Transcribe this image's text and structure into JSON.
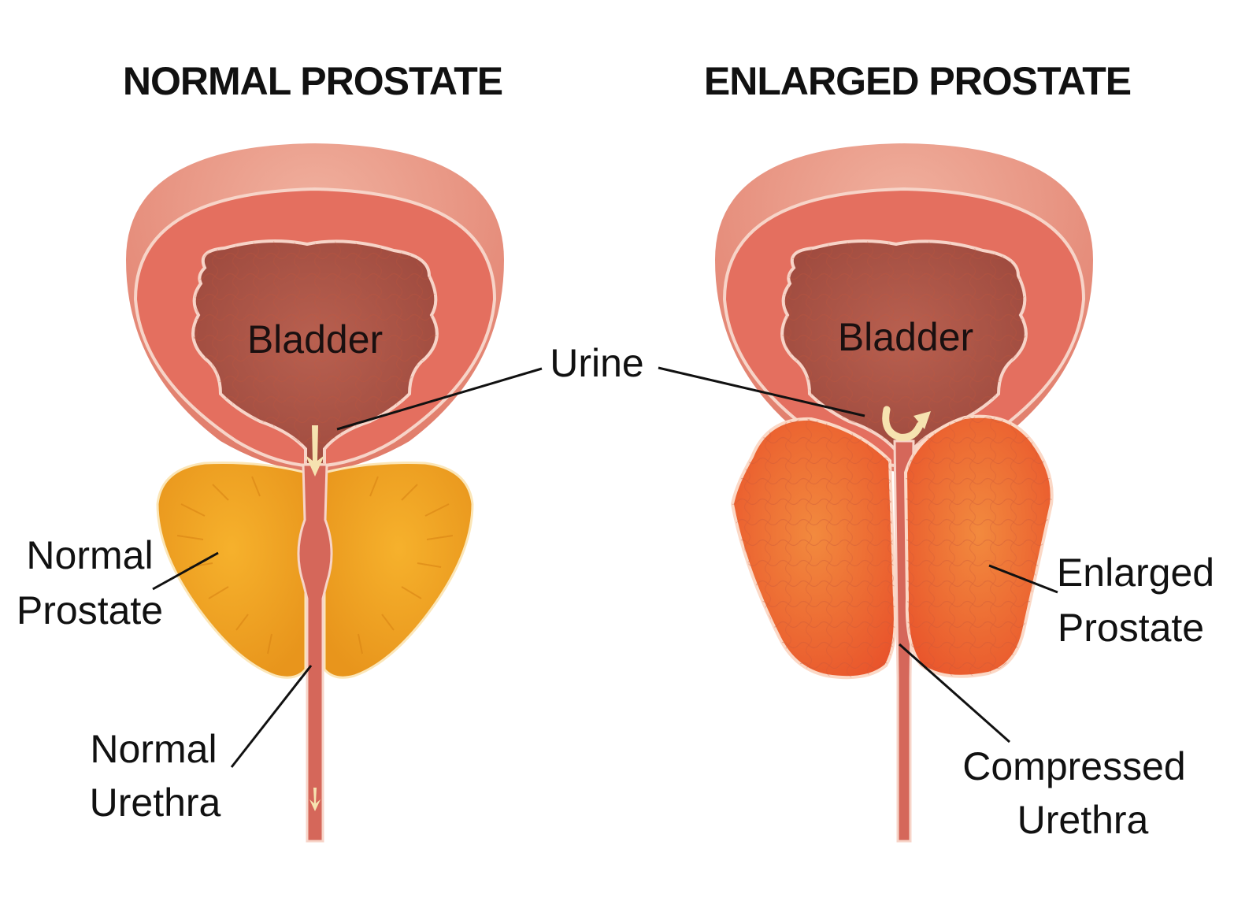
{
  "titles": {
    "normal": "NORMAL PROSTATE",
    "enlarged": "ENLARGED PROSTATE"
  },
  "labels": {
    "bladder_left": "Bladder",
    "bladder_right": "Bladder",
    "urine": "Urine",
    "normal_prostate": [
      "Normal",
      "Prostate"
    ],
    "normal_urethra": [
      "Normal",
      "Urethra"
    ],
    "enlarged_prostate": [
      "Enlarged",
      "Prostate"
    ],
    "compressed_urethra": [
      "Compressed",
      "Urethra"
    ]
  },
  "colors": {
    "bladder_outer": "#e8907e",
    "bladder_wall": "#e46f5f",
    "bladder_inner": "#b4574a",
    "normal_prostate": "#f0a526",
    "enlarged_prostate": "#ee6a2e",
    "urethra": "#d5675a",
    "urine_arrow": "#f6e3b0"
  }
}
